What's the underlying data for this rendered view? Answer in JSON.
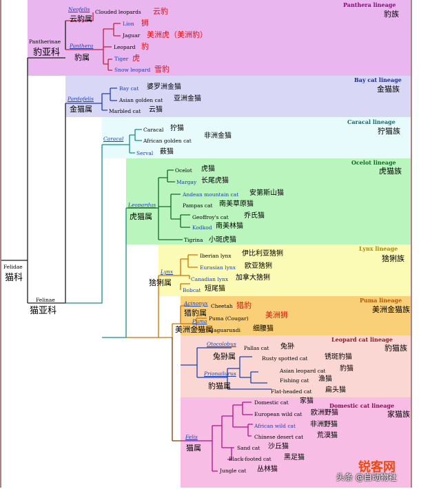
{
  "diagram": {
    "root": {
      "en": "Felidae",
      "zh": "猫科"
    },
    "subfamilies": {
      "pantherinae": {
        "en": "Pantherinae",
        "zh": "豹亚科"
      },
      "felinae": {
        "en": "Felinae",
        "zh": "猫亚科"
      }
    },
    "lineages": [
      {
        "key": "panthera",
        "name": "Panthera lineage",
        "zh": "豹族",
        "color": "#e9b6f0",
        "name_color": "#8a0a7a"
      },
      {
        "key": "baycat",
        "name": "Bay cat lineage",
        "zh": "金猫族",
        "color": "#d8d8f6",
        "name_color": "#1b2a8c"
      },
      {
        "key": "caracal",
        "name": "Caracal lineage",
        "zh": "狞猫族",
        "color": "#e7fafc",
        "name_color": "#0f6a74"
      },
      {
        "key": "ocelot",
        "name": "Ocelot lineage",
        "zh": "虎猫族",
        "color": "#b9f5bd",
        "name_color": "#0f6a2a"
      },
      {
        "key": "lynx",
        "name": "Lynx lineage",
        "zh": "猞猁族",
        "color": "#fbfbb6",
        "name_color": "#a58a00"
      },
      {
        "key": "puma",
        "name": "Puma lineage",
        "zh": "美洲金猫族",
        "color": "#f9cf77",
        "name_color": "#b35a00"
      },
      {
        "key": "leopardcat",
        "name": "Leopard cat lineage",
        "zh": "豹猫族",
        "color": "#fbd7d3",
        "name_color": "#8a1616"
      },
      {
        "key": "domestic",
        "name": "Domestic cat lineage",
        "zh": "家猫族",
        "color": "#f8bde5",
        "name_color": "#8a0a56"
      }
    ],
    "genera": {
      "neofelis": {
        "en": "Neofelis",
        "zh": "云豹属"
      },
      "panthera": {
        "en": "Panthera",
        "zh": "豹属"
      },
      "pardofelis": {
        "en": "Pardofelis",
        "zh": "金猫属"
      },
      "caracal": {
        "en": "Caracal",
        "zh": ""
      },
      "leopardus": {
        "en": "Leopardus",
        "zh": "虎猫属"
      },
      "lynx": {
        "en": "Lynx",
        "zh": "猞猁属"
      },
      "acinonyx": {
        "en": "Acinonyx",
        "zh": "猎豹属"
      },
      "puma": {
        "en": "Puma",
        "zh": "美洲金猫属"
      },
      "otocolobus": {
        "en": "Otocolobus",
        "zh": "兔狲属"
      },
      "prionailurus": {
        "en": "Prionailurus",
        "zh": "豹猫属"
      },
      "felis": {
        "en": "Felis",
        "zh": "猫属"
      }
    },
    "species": {
      "clouded": {
        "en": "Clouded leopards",
        "zh": "云豹"
      },
      "lion": {
        "en": "Lion",
        "zh": "狮"
      },
      "jaguar": {
        "en": "Jaguar",
        "zh": "美洲虎（美洲豹）"
      },
      "leopard": {
        "en": "Leopard",
        "zh": "豹"
      },
      "tiger": {
        "en": "Tiger",
        "zh": "虎"
      },
      "snow": {
        "en": "Snow leopard",
        "zh": "雪豹"
      },
      "bay": {
        "en": "Bay cat",
        "zh": "婆罗洲金猫"
      },
      "asiangolden": {
        "en": "Asian golden cat",
        "zh": "亚洲金猫"
      },
      "marbled": {
        "en": "Marbled cat",
        "zh": "云猫"
      },
      "caracal": {
        "en": "Caracal",
        "zh": "狞猫"
      },
      "africangolden": {
        "en": "African golden cat",
        "zh": "非洲金猫"
      },
      "serval": {
        "en": "Serval",
        "zh": "薮猫"
      },
      "ocelot": {
        "en": "Ocelot",
        "zh": "虎猫"
      },
      "margay": {
        "en": "Margay",
        "zh": "长尾虎猫"
      },
      "andean": {
        "en": "Andean mountain cat",
        "zh": "安第斯山猫"
      },
      "pampas": {
        "en": "Pampas cat",
        "zh": "南美草原猫"
      },
      "geoffroy": {
        "en": "Geoffroy's cat",
        "zh": "乔氏猫"
      },
      "kodkod": {
        "en": "Kodkod",
        "zh": "南美林猫"
      },
      "tigrina": {
        "en": "Tigrina",
        "zh": "小斑虎猫"
      },
      "iberian": {
        "en": "Iberian lynx",
        "zh": "伊比利亚猞猁"
      },
      "eurasian": {
        "en": "Eurasian lynx",
        "zh": "欧亚猞猁"
      },
      "canadian": {
        "en": "Canadian lynx",
        "zh": "加拿大猞猁"
      },
      "bobcat": {
        "en": "Bobcat",
        "zh": "短尾猫"
      },
      "cheetah": {
        "en": "Cheetah",
        "zh": "猎豹"
      },
      "puma": {
        "en": "Puma (Cougar)",
        "zh": "美洲狮"
      },
      "jaguarundi": {
        "en": "Jaguarundi",
        "zh": "细腰猫"
      },
      "pallas": {
        "en": "Pallas cat",
        "zh": "兔狲"
      },
      "rusty": {
        "en": "Rusty spotted cat",
        "zh": "锈斑豹猫"
      },
      "asianleopardcat": {
        "en": "Asian leopard cat",
        "zh": "豹猫"
      },
      "fishing": {
        "en": "Fishing cat",
        "zh": "渔猫"
      },
      "flatheaded": {
        "en": "Flat-headed cat",
        "zh": "扁头猫"
      },
      "domestic": {
        "en": "Domestic cat",
        "zh": "家猫"
      },
      "europeanwild": {
        "en": "European wild cat",
        "zh": "欧洲野猫"
      },
      "africanwild": {
        "en": "African wild cat",
        "zh": "非洲野猫"
      },
      "chinesedesert": {
        "en": "Chinese desert cat",
        "zh": "荒漠猫"
      },
      "sand": {
        "en": "Sand cat",
        "zh": "沙丘猫"
      },
      "blackfooted": {
        "en": "Black-footed cat",
        "zh": "黑足猫"
      },
      "jungle": {
        "en": "Jungle cat",
        "zh": "丛林猫"
      }
    },
    "branch_colors": {
      "main": "#1a1a1a",
      "blue": "#1a3fb0",
      "teal": "#1b8a8a",
      "green": "#0f6a2a",
      "orange": "#d07000",
      "brown": "#7a3a00",
      "red": "#c02040",
      "magenta": "#b0108a"
    }
  },
  "watermark": {
    "brand": "锐客网",
    "caption": "头条 @自动物社"
  }
}
